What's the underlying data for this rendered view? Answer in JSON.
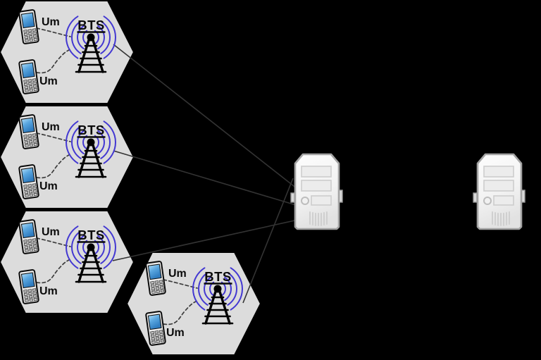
{
  "background_color": "#000000",
  "colors": {
    "background": "#000000",
    "cell_fill": "#dcdcdc",
    "cell_border": "#000000",
    "radio_wave": "#4338d2",
    "link_line": "#333333",
    "dashed_link": "#3d3d3d",
    "phone_screen": "#4f9bd8",
    "server_body": "#f2f2f2"
  },
  "cells": [
    {
      "bts_label": "BTS",
      "phones": [
        {
          "label": "Um"
        },
        {
          "label": "Um"
        }
      ]
    },
    {
      "bts_label": "BTS",
      "phones": [
        {
          "label": "Um"
        },
        {
          "label": "Um"
        }
      ]
    },
    {
      "bts_label": "BTS",
      "phones": [
        {
          "label": "Um"
        },
        {
          "label": "Um"
        }
      ]
    },
    {
      "bts_label": "BTS",
      "phones": [
        {
          "label": "Um"
        },
        {
          "label": "Um"
        }
      ]
    }
  ],
  "servers": [
    {
      "icon": "tower-server-icon"
    },
    {
      "icon": "tower-server-icon"
    }
  ]
}
